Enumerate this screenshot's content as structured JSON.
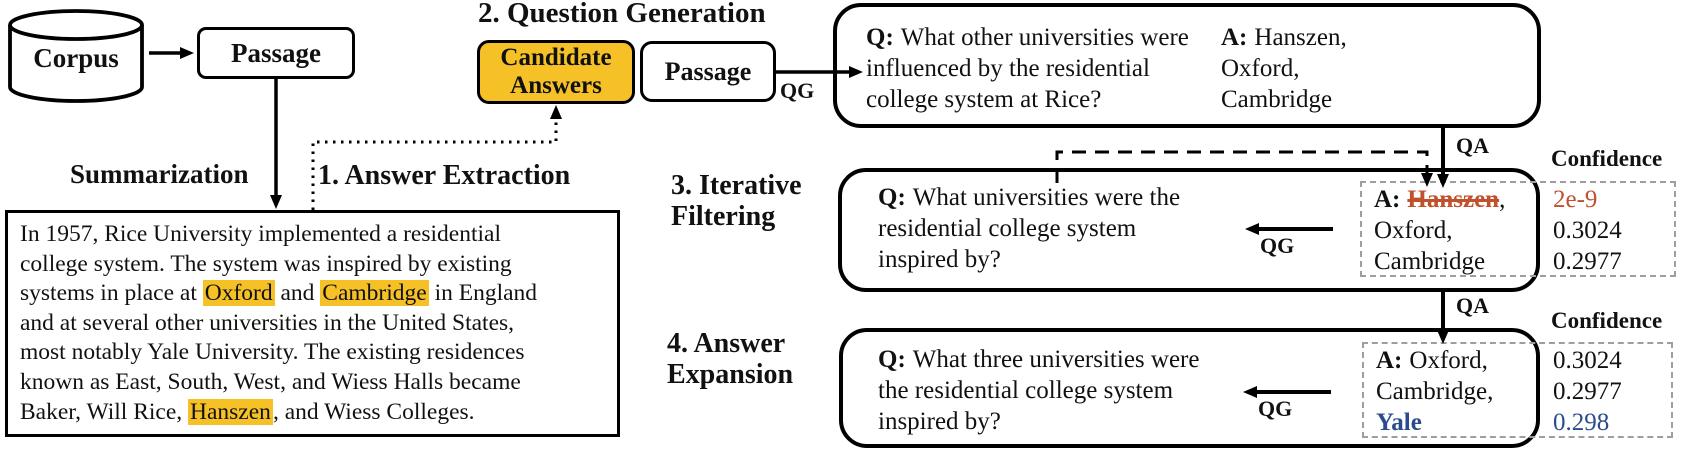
{
  "nodes": {
    "corpus": "Corpus",
    "passage_source": "Passage",
    "candidate_answers_line1": "Candidate",
    "candidate_answers_line2": "Answers",
    "passage_qg": "Passage"
  },
  "steps": {
    "step1": "1. Answer Extraction",
    "step2": "2. Question Generation",
    "step3_line1": "3. Iterative",
    "step3_line2": "Filtering",
    "step4_line1": "4. Answer",
    "step4_line2": "Expansion"
  },
  "edge_labels": {
    "summarization": "Summarization",
    "qg_top": "QG",
    "qa_top": "QA",
    "qg_mid": "QG",
    "qa_mid": "QA",
    "qg_bottom": "QG"
  },
  "source_passage": {
    "line1": "In 1957, Rice University implemented a residential",
    "line2": "college system. The system was inspired by existing",
    "line3_pre": "systems in place at ",
    "line3_highlight1": "Oxford",
    "line3_mid": " and ",
    "line3_highlight2": "Cambridge",
    "line3_post": " in England",
    "line4": "and at several other universities in the United States,",
    "line5": "most notably Yale University. The existing residences",
    "line6": "known as East, South, West, and Wiess Halls became",
    "line7_pre": "Baker, Will Rice, ",
    "line7_highlight": "Hanszen",
    "line7_post": ", and Wiess Colleges."
  },
  "question_generation": {
    "q_label": "Q:",
    "q_line1": "What other universities were",
    "q_line2": "influenced by the residential",
    "q_line3": "college system at Rice?",
    "a_label": "A:",
    "a_line1": "Hanszen,",
    "a_line2": "Oxford,",
    "a_line3": "Cambridge"
  },
  "iterative_filtering": {
    "q_label": "Q:",
    "q_line1": "What universities were the",
    "q_line2": "residential college system",
    "q_line3": "inspired by?",
    "a_label": "A:",
    "a_rejected": "Hanszen",
    "a_rejected_suffix": ",",
    "a_line2": "Oxford,",
    "a_line3": "Cambridge",
    "confidence_header": "Confidence",
    "confidence_values": [
      "2e-9",
      "0.3024",
      "0.2977"
    ]
  },
  "answer_expansion": {
    "q_label": "Q:",
    "q_line1": "What three universities were",
    "q_line2": "the residential college system",
    "q_line3": "inspired by?",
    "a_label": "A:",
    "a_line1": "Oxford,",
    "a_line2": "Cambridge,",
    "a_expanded": "Yale",
    "confidence_header": "Confidence",
    "confidence_values": [
      "0.3024",
      "0.2977",
      "0.298"
    ]
  },
  "colors": {
    "highlight_gold": "#F5C127",
    "rejected_red": "#C1502D",
    "expanded_blue": "#2B4C8C"
  }
}
